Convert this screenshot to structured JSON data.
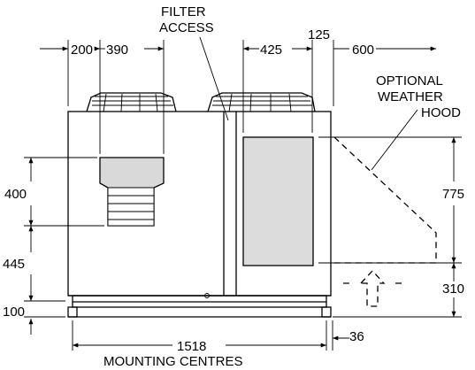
{
  "labels": {
    "filter_access_line1": "FILTER",
    "filter_access_line2": "ACCESS",
    "optional_hood_line1": "OPTIONAL",
    "optional_hood_line2": "WEATHER",
    "optional_hood_line3": "HOOD",
    "mounting_centres": "MOUNTING CENTRES"
  },
  "dimensions": {
    "d200": "200",
    "d390": "390",
    "d425": "425",
    "d125": "125",
    "d600": "600",
    "d400": "400",
    "d445": "445",
    "d100": "100",
    "d775": "775",
    "d310": "310",
    "d1518": "1518",
    "d36": "36"
  }
}
